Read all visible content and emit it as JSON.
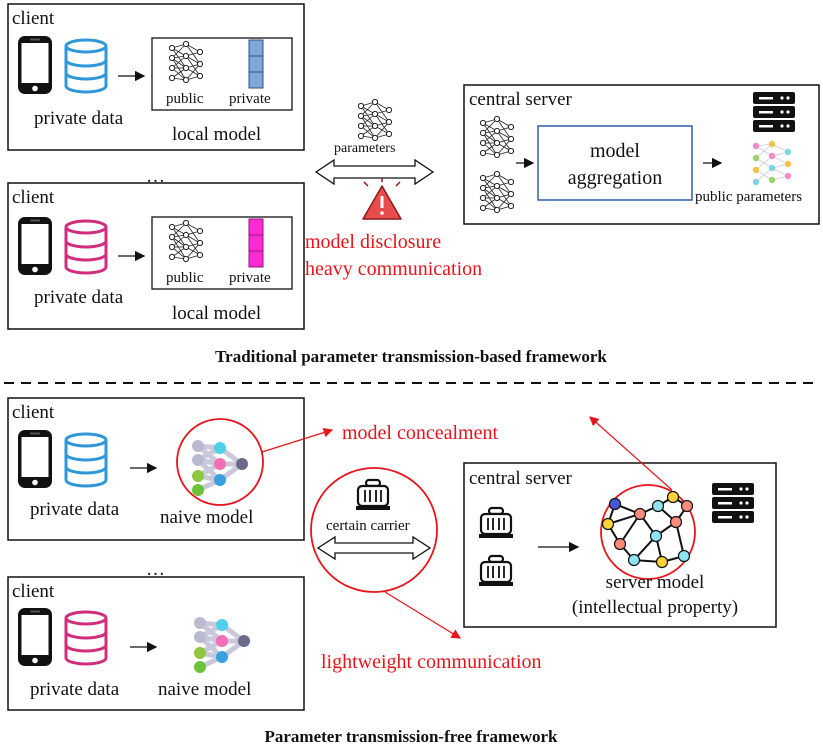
{
  "top": {
    "client_label": "client",
    "private_data_label": "private data",
    "public_label": "public",
    "private_label": "private",
    "local_model_label": "local model",
    "ellipsis": "…",
    "parameters_label": "parameters",
    "warning_line1": "model disclosure",
    "warning_line2": "heavy communication",
    "server_title": "central server",
    "aggregation_line1": "model",
    "aggregation_line2": "aggregation",
    "public_parameters_label": "public parameters",
    "caption": "Traditional parameter transmission-based framework"
  },
  "bottom": {
    "client_label": "client",
    "private_data_label": "private data",
    "naive_model_label": "naive model",
    "ellipsis": "…",
    "concealment_label": "model concealment",
    "carrier_label": "certain carrier",
    "lightweight_label": "lightweight communication",
    "server_title": "central server",
    "server_model_label": "server model",
    "ip_label": "(intellectual property)",
    "caption": "Parameter transmission-free framework"
  },
  "colors": {
    "red": "#e8141c",
    "blue_db": "#2e97d8",
    "pink_db": "#d22d7c",
    "blue_block": "#7fa7d9",
    "magenta_block": "#ff2ad4"
  }
}
